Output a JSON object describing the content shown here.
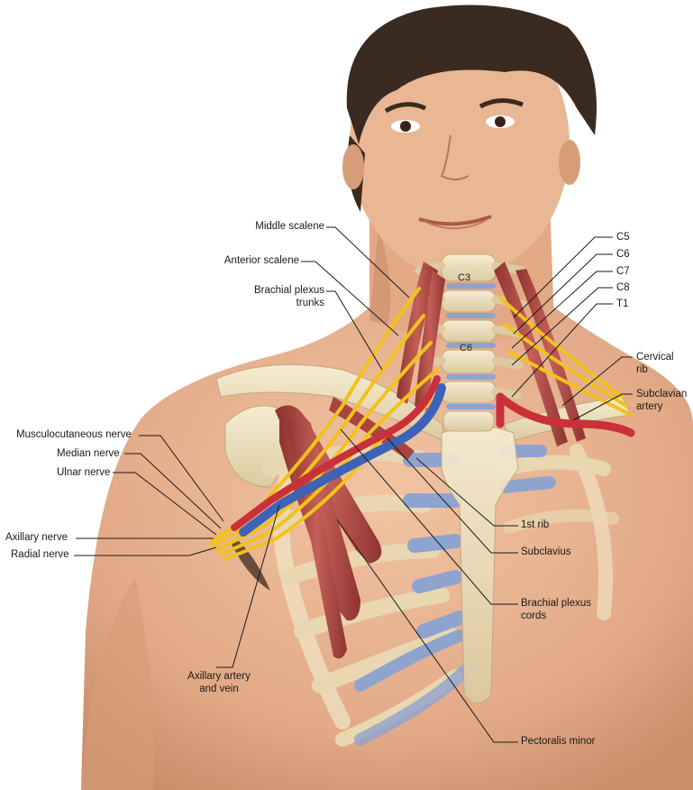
{
  "labels": {
    "middle_scalene": "Middle scalene",
    "anterior_scalene": "Anterior scalene",
    "brachial_plexus_trunks_1": "Brachial plexus",
    "brachial_plexus_trunks_2": "trunks",
    "c5": "C5",
    "c6": "C6",
    "c7": "C7",
    "c8": "C8",
    "t1": "T1",
    "cervical_rib_1": "Cervical",
    "cervical_rib_2": "rib",
    "subclavian_artery_1": "Subclavian",
    "subclavian_artery_2": "artery",
    "musculocutaneous_nerve": "Musculocutaneous nerve",
    "median_nerve": "Median nerve",
    "ulnar_nerve": "Ulnar nerve",
    "axillary_nerve": "Axillary nerve",
    "radial_nerve": "Radial nerve",
    "first_rib": "1st rib",
    "subclavius": "Subclavius",
    "brachial_plexus_cords_1": "Brachial plexus",
    "brachial_plexus_cords_2": "cords",
    "axillary_artery_vein_1": "Axillary artery",
    "axillary_artery_vein_2": "and vein",
    "pectoralis_minor": "Pectoralis minor",
    "vertebra_c3": "C3",
    "vertebra_c6": "C6"
  },
  "colors": {
    "skin": "#e9b48f",
    "skin_shadow": "#c98e6a",
    "hair": "#3a2a20",
    "bone": "#efe1c0",
    "cartilage": "#8fa3cf",
    "muscle": "#a9443f",
    "nerve": "#f2c21b",
    "artery": "#c9303a",
    "vein": "#3d63b8"
  }
}
